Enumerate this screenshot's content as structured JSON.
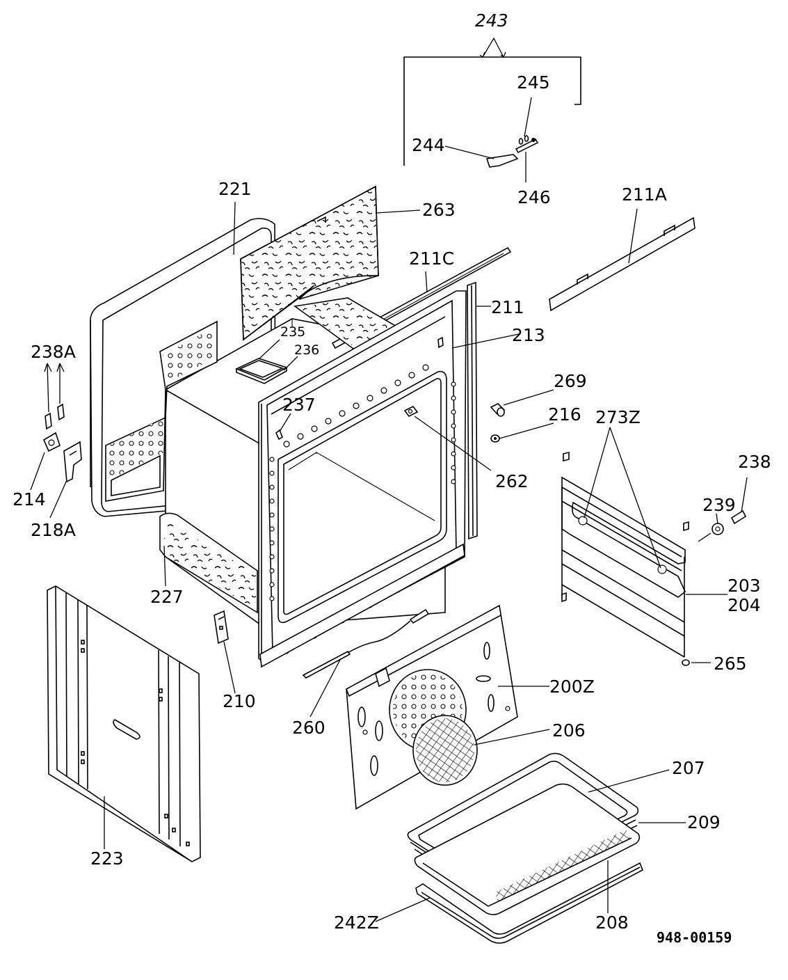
{
  "diagram": {
    "document_number": "948-00159",
    "group_label": "243",
    "labels": {
      "l243": "243",
      "l245": "245",
      "l244": "244",
      "l246": "246",
      "l221": "221",
      "l263": "263",
      "l211A": "211A",
      "l211C": "211C",
      "l211": "211",
      "l213": "213",
      "l235": "235",
      "l236": "236",
      "l238A": "238A",
      "l237": "237",
      "l269": "269",
      "l216": "216",
      "l273Z": "273Z",
      "l238": "238",
      "l214": "214",
      "l218A": "218A",
      "l262": "262",
      "l239": "239",
      "l227": "227",
      "l203": "203",
      "l204": "204",
      "l265": "265",
      "l210": "210",
      "l200Z": "200Z",
      "l206": "206",
      "l260": "260",
      "l207": "207",
      "l209": "209",
      "l223": "223",
      "l242Z": "242Z",
      "l208": "208"
    }
  }
}
